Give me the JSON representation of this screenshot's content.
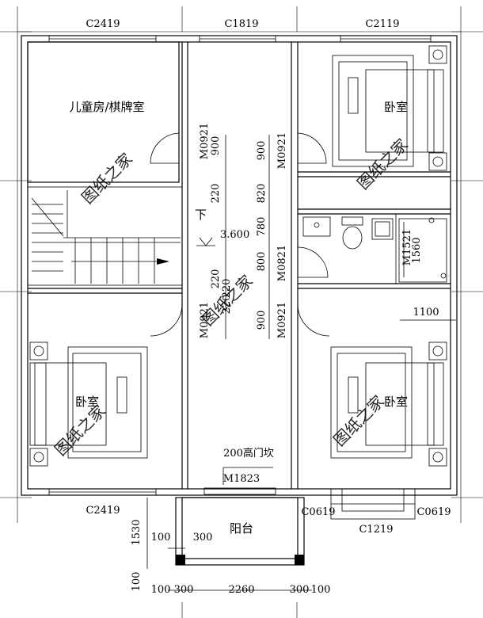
{
  "windows": {
    "top_left": "C2419",
    "top_middle": "C1819",
    "top_right": "C2119",
    "bottom_left": "C2419",
    "bottom_center": "C1219",
    "bottom_side_left": "C0619",
    "bottom_side_right": "C0619"
  },
  "doors": {
    "upper_left": "M0921",
    "upper_right": "M0921",
    "bath": "M0821",
    "lower_left": "M0921",
    "lower_right": "M0921",
    "balcony": "M1823",
    "shower": "M1521"
  },
  "rooms": {
    "children_room": "儿童房/棋牌室",
    "bedroom_top_right": "卧室",
    "bedroom_bottom_left": "卧室",
    "bedroom_bottom_right": "卧室",
    "balcony": "阳台"
  },
  "stairs": {
    "down_label": "下",
    "level": "3.600"
  },
  "dims": {
    "left_900": "900",
    "left_220_top": "220",
    "right_900_top": "900",
    "right_820": "820",
    "right_780": "780",
    "right_800": "800",
    "left_220_mid": "220",
    "left_220_mid2": "220",
    "left_220_mid3": "220",
    "right_900_bottom": "900",
    "shower_1560": "1560",
    "right_1100": "1100",
    "balcony_1530": "1530",
    "balcony_100_top": "100",
    "balcony_300": "300",
    "balcony_100_left": "100",
    "bottom_100_left": "100",
    "bottom_300_left": "300",
    "bottom_2260": "2260",
    "bottom_300_right": "300",
    "bottom_100_right": "100"
  },
  "notes": {
    "threshold": "200高门坎"
  },
  "watermarks": {
    "text": "图纸之家"
  }
}
